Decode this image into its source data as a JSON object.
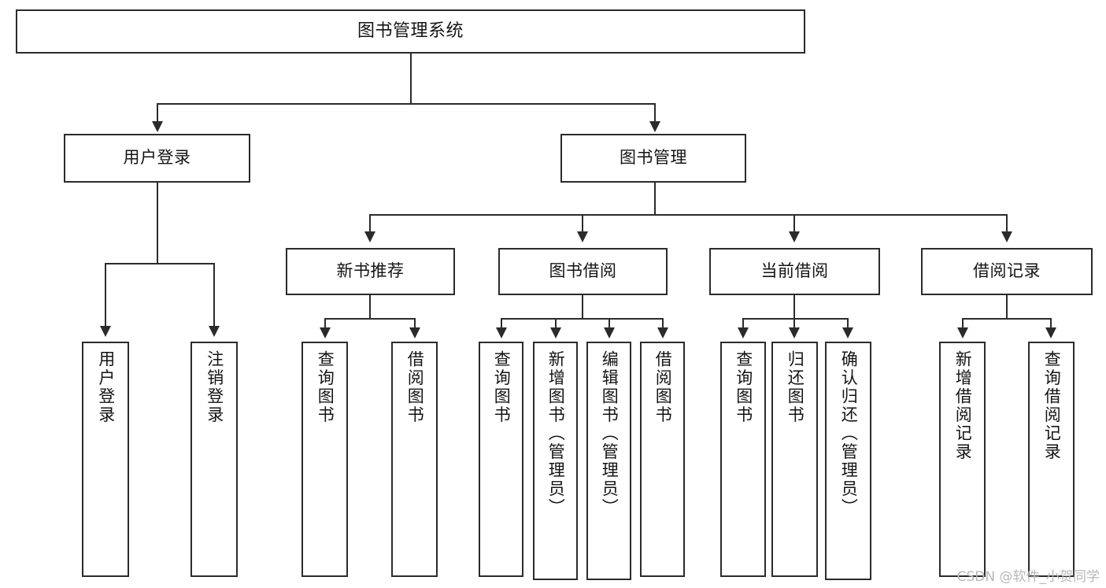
{
  "diagram": {
    "title": "图书管理系统",
    "type": "tree-hierarchy",
    "watermark": "CSDN @软件_小贺同学",
    "root": {
      "label": "图书管理系统"
    },
    "level2": [
      {
        "label": "用户登录"
      },
      {
        "label": "图书管理"
      }
    ],
    "level3": [
      {
        "label": "新书推荐"
      },
      {
        "label": "图书借阅"
      },
      {
        "label": "当前借阅"
      },
      {
        "label": "借阅记录"
      }
    ],
    "leaves": {
      "user_login": [
        {
          "label": "用户登录"
        },
        {
          "label": "注销登录"
        }
      ],
      "new_book_recommend": [
        {
          "label": "查询图书"
        },
        {
          "label": "借阅图书"
        }
      ],
      "book_borrow": [
        {
          "label": "查询图书"
        },
        {
          "label": "新增图书（管理员）"
        },
        {
          "label": "编辑图书（管理员）"
        },
        {
          "label": "借阅图书"
        }
      ],
      "current_borrow": [
        {
          "label": "查询图书"
        },
        {
          "label": "归还图书"
        },
        {
          "label": "确认归还（管理员）"
        }
      ],
      "borrow_record": [
        {
          "label": "新增借阅记录"
        },
        {
          "label": "查询借阅记录"
        }
      ]
    },
    "colors": {
      "stroke": "#2b2b2b",
      "background": "#ffffff",
      "text": "#141414",
      "watermark": "#b8b8b8"
    }
  }
}
